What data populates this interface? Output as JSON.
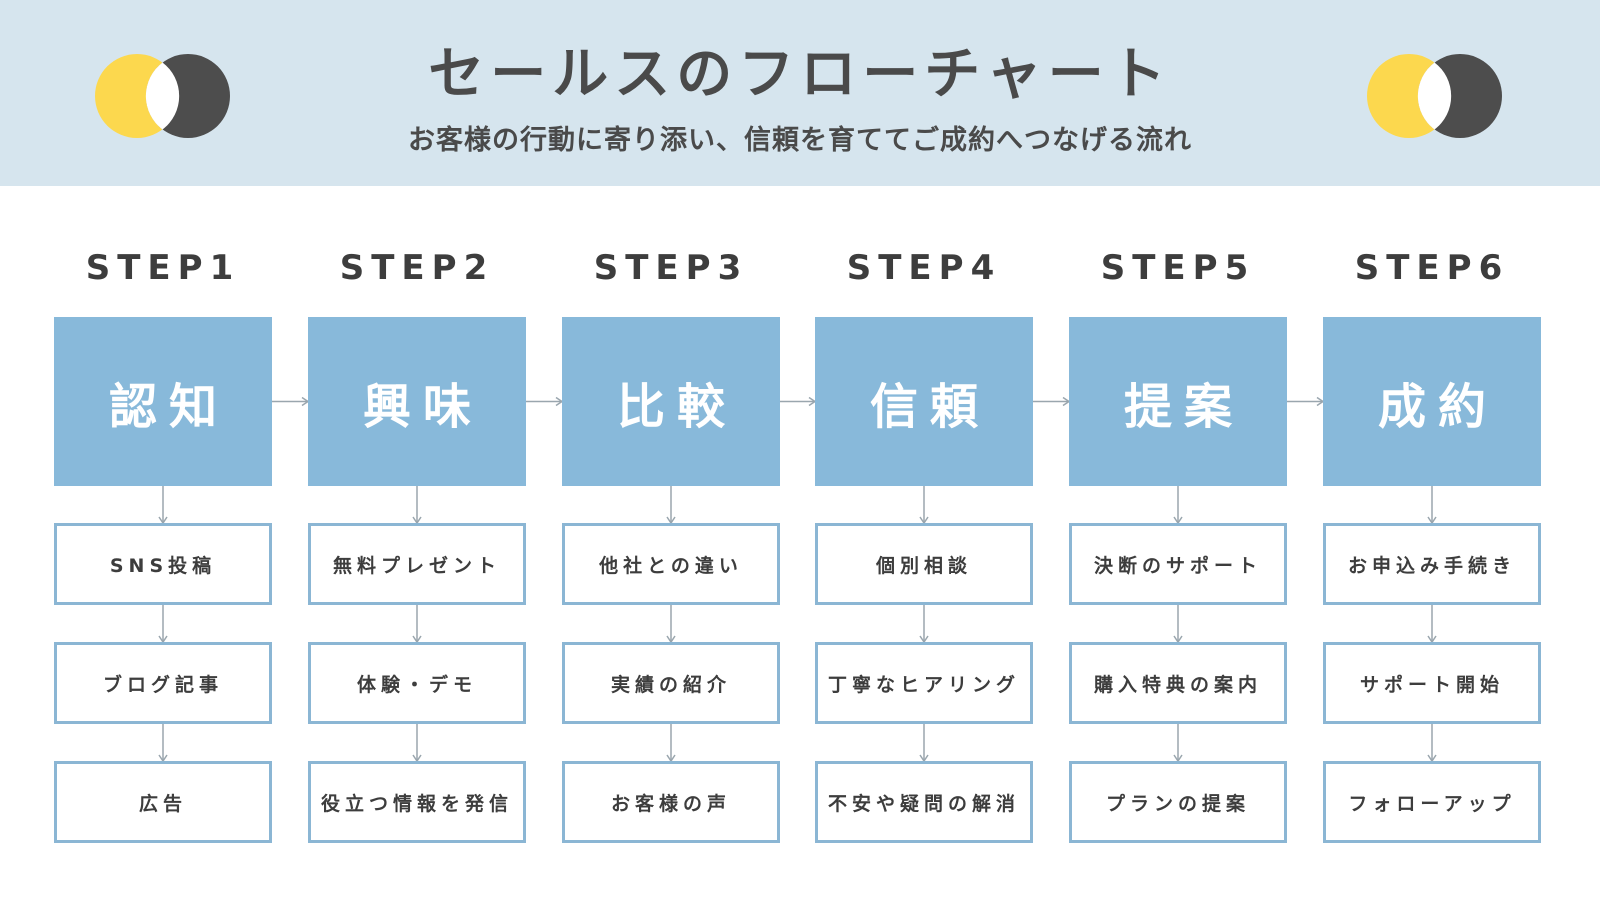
{
  "header": {
    "title": "セールスのフローチャート",
    "subtitle": "お客様の行動に寄り添い、信頼を育ててご成約へつなげる流れ"
  },
  "colors": {
    "header_bg": "#d6e5ee",
    "stage_box": "#88b9da",
    "item_border": "#8bb6d4",
    "accent_yellow": "#fcd84e",
    "accent_dark": "#4d4d4d",
    "text": "#3d3d3d"
  },
  "steps": [
    {
      "label": "STEP1",
      "stage": "認知",
      "items": [
        "SNS投稿",
        "ブログ記事",
        "広告"
      ]
    },
    {
      "label": "STEP2",
      "stage": "興味",
      "items": [
        "無料プレゼント",
        "体験・デモ",
        "役立つ情報を発信"
      ]
    },
    {
      "label": "STEP3",
      "stage": "比較",
      "items": [
        "他社との違い",
        "実績の紹介",
        "お客様の声"
      ]
    },
    {
      "label": "STEP4",
      "stage": "信頼",
      "items": [
        "個別相談",
        "丁寧なヒアリング",
        "不安や疑問の解消"
      ]
    },
    {
      "label": "STEP5",
      "stage": "提案",
      "items": [
        "決断のサポート",
        "購入特典の案内",
        "プランの提案"
      ]
    },
    {
      "label": "STEP6",
      "stage": "成約",
      "items": [
        "お申込み手続き",
        "サポート開始",
        "フォローアップ"
      ]
    }
  ]
}
